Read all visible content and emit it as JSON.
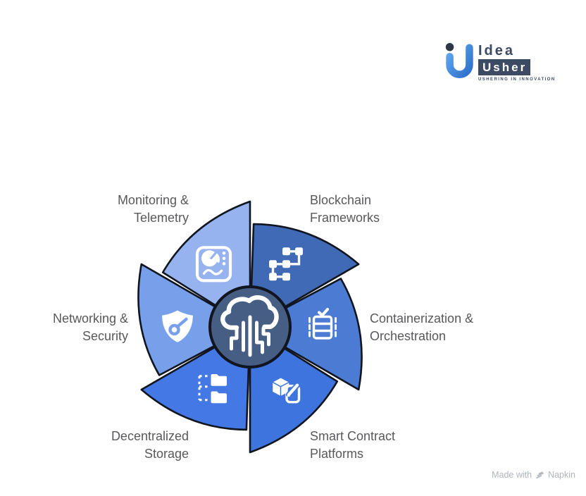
{
  "page": {
    "background": "#FFFFFF"
  },
  "logo": {
    "idea": "Idea",
    "usher": "Usher",
    "tagline": "USHERING IN INNOVATION",
    "text_color": "#3D4A63",
    "mark_dot_color": "#2F3644",
    "mark_gradient_start": "#5FA8EF",
    "mark_gradient_end": "#2F6FCB"
  },
  "diagram": {
    "type": "pinwheel",
    "hub_color": "#475E84",
    "outline_color": "#10151F",
    "label_color": "#58595B",
    "center_icon": "cloud-circuit-icon",
    "segments": [
      {
        "id": "monitoring-telemetry",
        "label_lines": [
          "Monitoring &",
          "Telemetry"
        ],
        "color": "#96B2EF",
        "icon": "dashboard-icon",
        "tip_angle": 90
      },
      {
        "id": "blockchain-frameworks",
        "label_lines": [
          "Blockchain",
          "Frameworks"
        ],
        "color": "#4069B6",
        "icon": "blockchain-nodes-icon",
        "tip_angle": 30
      },
      {
        "id": "networking-security",
        "label_lines": [
          "Networking &",
          "Security"
        ],
        "color": "#78A0EA",
        "icon": "shield-key-icon",
        "tip_angle": 150
      },
      {
        "id": "containerization-orchestration",
        "label_lines": [
          "Containerization &",
          "Orchestration"
        ],
        "color": "#4C7BD4",
        "icon": "container-stack-icon",
        "tip_angle": -30
      },
      {
        "id": "decentralized-storage",
        "label_lines": [
          "Decentralized",
          "Storage"
        ],
        "color": "#4478E4",
        "icon": "folders-network-icon",
        "tip_angle": -150
      },
      {
        "id": "smart-contract-platforms",
        "label_lines": [
          "Smart Contract",
          "Platforms"
        ],
        "color": "#3E74DE",
        "icon": "cube-edit-icon",
        "tip_angle": -90
      }
    ]
  },
  "footer": {
    "made_with": "Made with",
    "brand": "Napkin"
  }
}
